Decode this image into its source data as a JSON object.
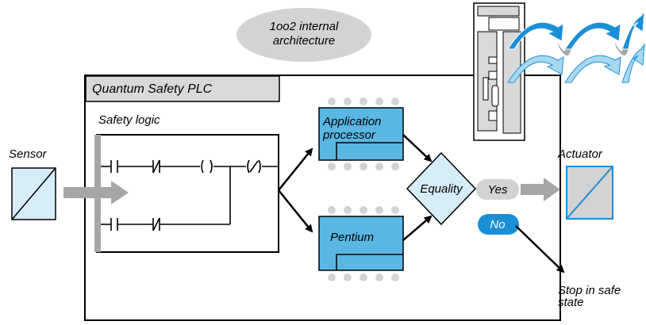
{
  "arch_label": {
    "line1": "1oo2 internal",
    "line2": "architecture"
  },
  "plc_title": "Quantum Safety PLC",
  "safety_logic_label": "Safety logic",
  "sensor_label": "Sensor",
  "actuator_label": "Actuator",
  "processor_top": {
    "line1": "Application",
    "line2": "processor"
  },
  "processor_bottom": "Pentium",
  "equality_label": "Equality",
  "yes_label": "Yes",
  "no_label": "No",
  "stop_label": {
    "line1": "Stop in safe",
    "line2": "state"
  },
  "colors": {
    "light_blue": "#d6ecf7",
    "chip_blue": "#5ab7e3",
    "accent_blue": "#1a8fd6",
    "panel_gray": "#d9d9d9",
    "ellipse_gray": "#d3d3d3",
    "arrow_gray": "#a6a6a6"
  },
  "icons": [
    "sensor-icon",
    "actuator-icon",
    "plc-rack-icon",
    "communication-arrows-icon"
  ]
}
